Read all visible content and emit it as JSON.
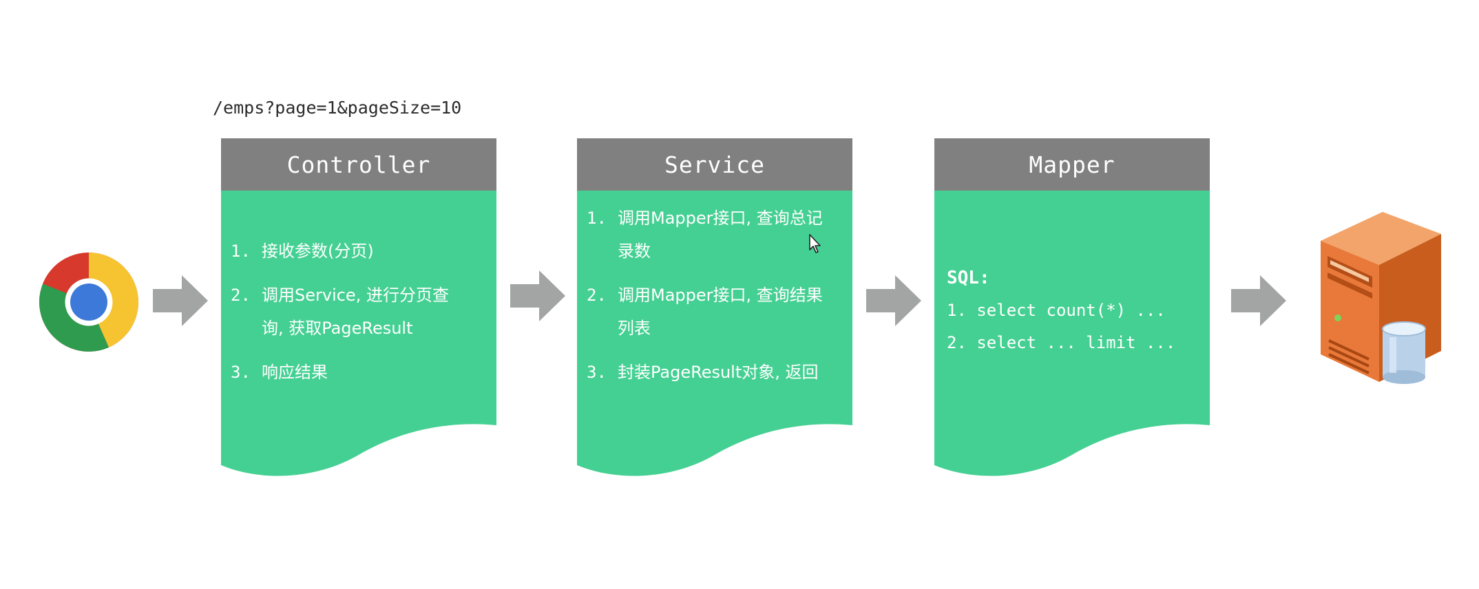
{
  "url": "/emps?page=1&pageSize=10",
  "colors": {
    "header": "#808080",
    "body": "#45d093",
    "arrow": "#a3a5a5"
  },
  "controller": {
    "title": "Controller",
    "items": [
      {
        "num": "1.",
        "text": "接收参数(分页)"
      },
      {
        "num": "2.",
        "text": "调用Service, 进行分页查询, 获取PageResult"
      },
      {
        "num": "3.",
        "text": "响应结果"
      }
    ]
  },
  "service": {
    "title": "Service",
    "items": [
      {
        "num": "1.",
        "text": "调用Mapper接口, 查询总记录数"
      },
      {
        "num": "2.",
        "text": "调用Mapper接口, 查询结果列表"
      },
      {
        "num": "3.",
        "text": "封装PageResult对象, 返回"
      }
    ]
  },
  "mapper": {
    "title": "Mapper",
    "sql_label": "SQL:",
    "lines": [
      "1. select count(*) ...",
      "2. select ... limit ..."
    ]
  },
  "icons": {
    "browser": "chrome-icon",
    "database": "database-server-icon",
    "cursor": "mouse-cursor-icon"
  }
}
